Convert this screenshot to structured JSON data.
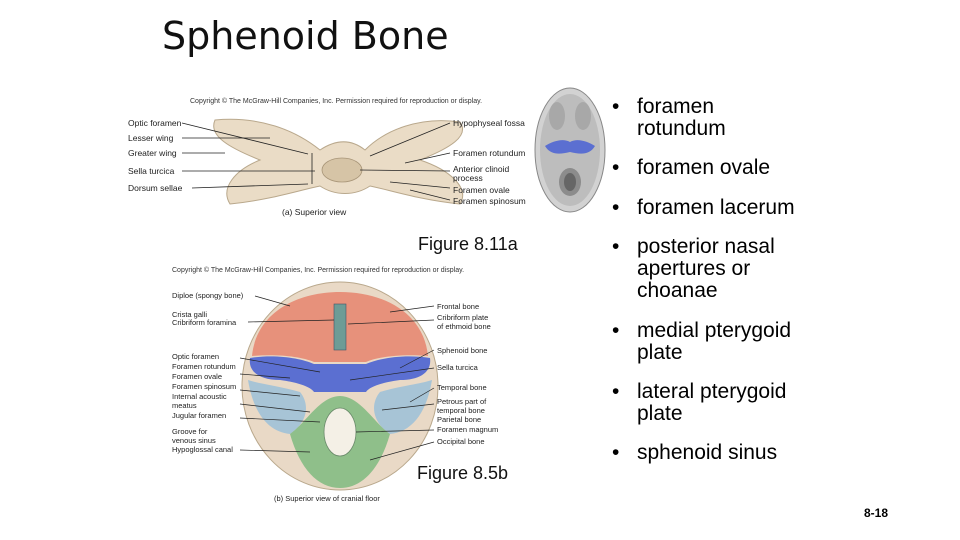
{
  "title": "Sphenoid Bone",
  "figure_a": {
    "copyright": "Copyright © The McGraw-Hill Companies, Inc. Permission required for reproduction or display.",
    "caption": "(a) Superior view",
    "figure_label": "Figure 8.11a",
    "left_labels": [
      "Optic foramen",
      "Lesser wing",
      "Greater wing",
      "Sella turcica",
      "Dorsum sellae"
    ],
    "right_labels": [
      "Hypophyseal fossa",
      "Foramen rotundum",
      "Anterior clinoid process",
      "Foramen ovale",
      "Foramen spinosum"
    ]
  },
  "figure_b": {
    "copyright": "Copyright © The McGraw-Hill Companies, Inc. Permission required for reproduction or display.",
    "caption": "(b) Superior view of cranial floor",
    "figure_label": "Figure 8.5b",
    "left_labels": {
      "diploe": "Diploe (spongy bone)",
      "crista": "Crista galli",
      "cribriform_foramina": "Cribriform foramina",
      "group1": [
        "Optic foramen",
        "Foramen rotundum",
        "Foramen ovale",
        "Foramen spinosum",
        "Internal acoustic",
        "meatus",
        "Jugular foramen"
      ],
      "group2": [
        "Groove for",
        "venous sinus",
        "Hypoglossal canal"
      ]
    },
    "right_labels": {
      "frontal": "Frontal bone",
      "cribriform_plate": [
        "Cribriform plate",
        "of ethmoid bone"
      ],
      "sphenoid": "Sphenoid bone",
      "sella": "Sella turcica",
      "temporal": "Temporal bone",
      "petrous": [
        "Petrous part of",
        "temporal bone"
      ],
      "parietal": "Parietal bone",
      "magnum": "Foramen magnum",
      "occipital": "Occipital bone"
    }
  },
  "bullets": [
    "foramen rotundum",
    "foramen ovale",
    "foramen lacerum",
    "posterior nasal apertures or choanae",
    "medial pterygoid plate",
    "lateral pterygoid plate",
    "sphenoid sinus"
  ],
  "page_number": "8-18",
  "colors": {
    "bone": "#eadcc6",
    "frontal": "#e7917b",
    "sphenoid": "#5b6fd1",
    "temporal": "#a7c4d6",
    "occipital": "#8fbf8a"
  }
}
